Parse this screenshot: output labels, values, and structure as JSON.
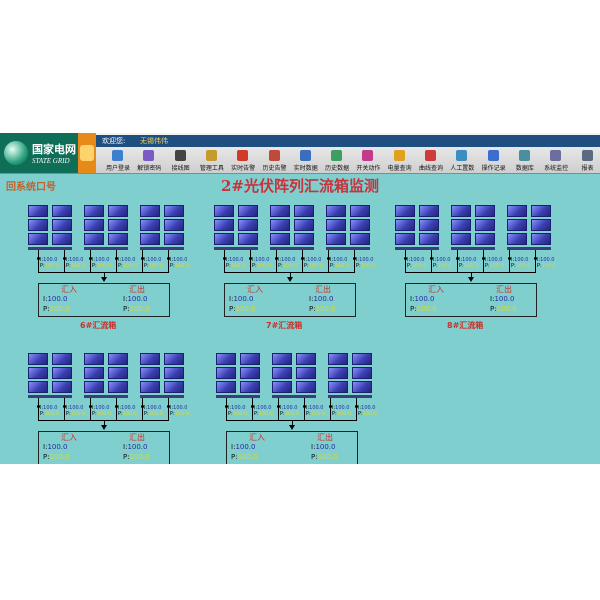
{
  "header": {
    "logo_cn": "国家电网",
    "logo_en": "STATE GRID",
    "welcome_label": "欢迎您:",
    "welcome_user": "无锡伟伟"
  },
  "toolbar": {
    "items": [
      {
        "label": "用户登录",
        "icon": "user-login-icon",
        "color": "#3b7fd0"
      },
      {
        "label": "解锁密码",
        "icon": "unlock-icon",
        "color": "#7a5bc4"
      },
      {
        "label": "接线图",
        "icon": "wiring-diagram-icon",
        "color": "#444444"
      },
      {
        "label": "管理工具",
        "icon": "tools-icon",
        "color": "#c79b2b"
      },
      {
        "label": "实时告警",
        "icon": "alarm-icon",
        "color": "#d23a2a"
      },
      {
        "label": "历史告警",
        "icon": "history-alarm-icon",
        "color": "#c04a3a"
      },
      {
        "label": "实时数据",
        "icon": "realtime-data-icon",
        "color": "#3a6fc0"
      },
      {
        "label": "历史数据",
        "icon": "history-data-icon",
        "color": "#3a9f60"
      },
      {
        "label": "开关动作",
        "icon": "switch-icon",
        "color": "#c23a8a"
      },
      {
        "label": "电量查询",
        "icon": "energy-query-icon",
        "color": "#e0a020"
      },
      {
        "label": "曲线查询",
        "icon": "curve-query-icon",
        "color": "#d03a3a"
      },
      {
        "label": "人工置数",
        "icon": "manual-set-icon",
        "color": "#3a8fc0"
      },
      {
        "label": "操作记录",
        "icon": "operation-log-icon",
        "color": "#3a6fd0"
      },
      {
        "label": "数据库",
        "icon": "database-icon",
        "color": "#4a8f9f"
      },
      {
        "label": "系统监控",
        "icon": "system-monitor-icon",
        "color": "#6a6fa0"
      },
      {
        "label": "报表",
        "icon": "report-icon",
        "color": "#5a6a80"
      }
    ]
  },
  "page": {
    "system_port": "回系统口号",
    "title": "2#光伏阵列汇流箱监测"
  },
  "combiner_boxes": [
    {
      "name": "6#汇流箱",
      "in_label": "汇入",
      "out_label": "汇出",
      "in_i": "100.0",
      "in_p": "100.0",
      "out_i": "100.0",
      "out_p": "100.0",
      "string_i": "100.0",
      "string_p": "100.0"
    },
    {
      "name": "7#汇流箱",
      "in_label": "汇入",
      "out_label": "汇出",
      "in_i": "100.0",
      "in_p": "100.0",
      "out_i": "100.0",
      "out_p": "100.0",
      "string_i": "100.0",
      "string_p": "100.0"
    },
    {
      "name": "8#汇流箱",
      "in_label": "汇入",
      "out_label": "汇出",
      "in_i": "100.0",
      "in_p": "100.0",
      "out_i": "100.0",
      "out_p": "100.0",
      "string_i": "100.0",
      "string_p": "100.0"
    },
    {
      "name": "",
      "in_label": "汇入",
      "out_label": "汇出",
      "in_i": "100.0",
      "in_p": "100.0",
      "out_i": "100.0",
      "out_p": "100.0",
      "string_i": "100.0",
      "string_p": "100.0"
    },
    {
      "name": "",
      "in_label": "汇入",
      "out_label": "汇出",
      "in_i": "100.0",
      "in_p": "100.0",
      "out_i": "100.0",
      "out_p": "100.0",
      "string_i": "100.0",
      "string_p": "100.0"
    }
  ],
  "labels": {
    "i": "I:",
    "p": "P:"
  }
}
